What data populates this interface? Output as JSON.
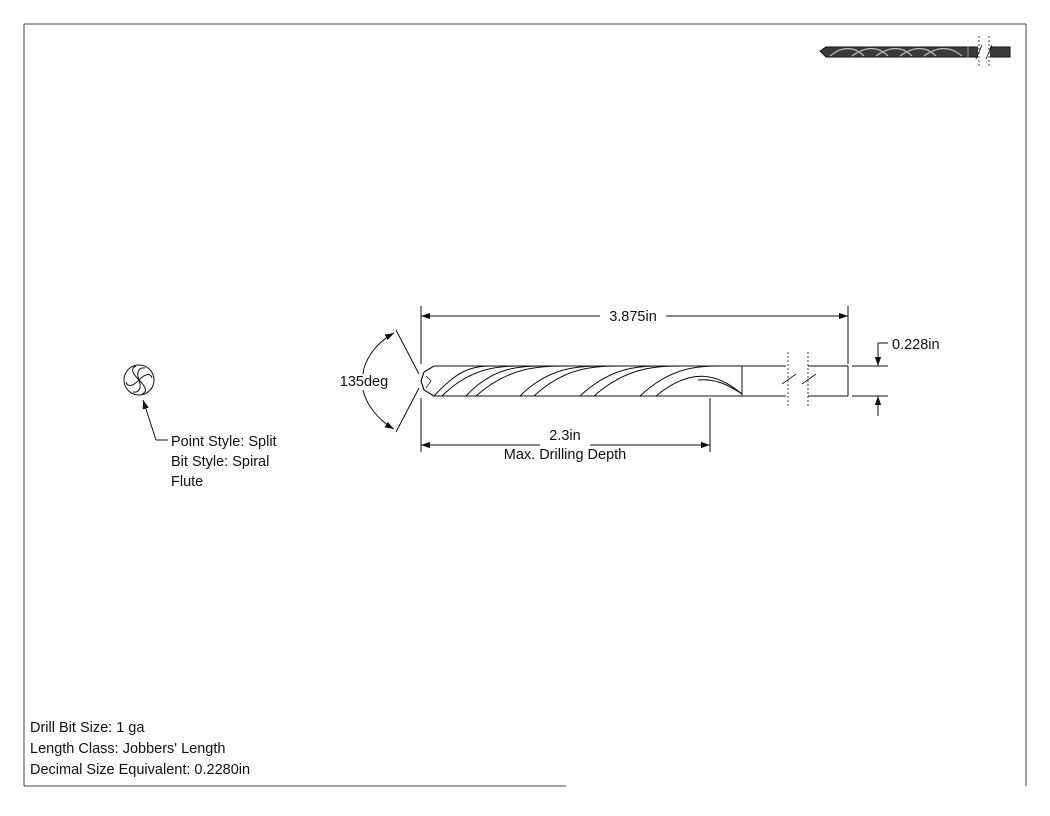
{
  "dimensions": {
    "overall_length": "3.875in",
    "diameter": "0.228in",
    "point_angle": "135deg",
    "drilling_depth": "2.3in",
    "drilling_depth_label": "Max. Drilling Depth"
  },
  "callout": {
    "point_style": "Point Style: Split",
    "bit_style_line1": "Bit Style: Spiral",
    "bit_style_line2": "Flute"
  },
  "info": {
    "size": "Drill Bit Size: 1 ga",
    "length_class": "Length Class: Jobbers' Length",
    "decimal": "Decimal Size Equivalent: 0.2280in"
  }
}
